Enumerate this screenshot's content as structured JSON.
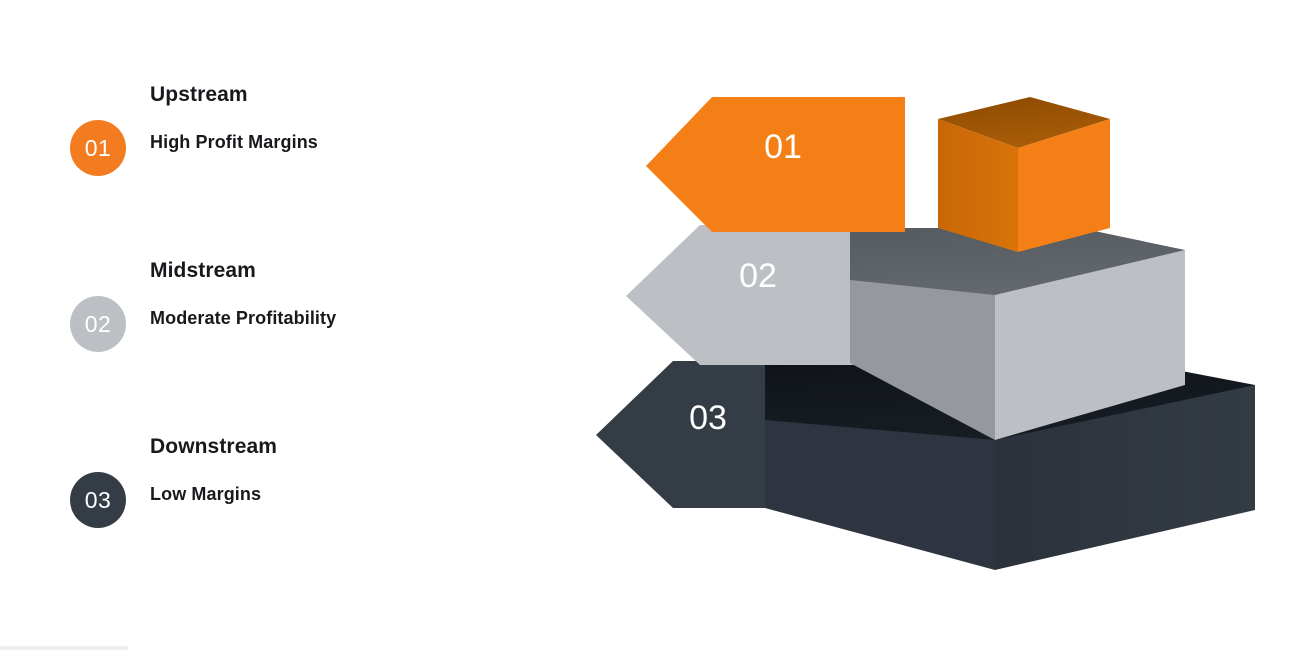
{
  "legend": {
    "items": [
      {
        "number": "01",
        "title": "Upstream",
        "subtitle": "High Profit Margins",
        "color": "#F47C20"
      },
      {
        "number": "02",
        "title": "Midstream",
        "subtitle": "Moderate Profitability",
        "color": "#BCC0C4"
      },
      {
        "number": "03",
        "title": "Downstream",
        "subtitle": "Low Margins",
        "color": "#343C46"
      }
    ]
  },
  "diagram": {
    "type": "layered-pyramid-chevrons",
    "levels": [
      {
        "number": "01",
        "name": "Upstream",
        "arrow_fill": "#F57F17",
        "box_top_fill": "#9E5405",
        "box_front_fill": "#F57F17",
        "box_side_fill": "#D96F08"
      },
      {
        "number": "02",
        "name": "Midstream",
        "arrow_fill": "#BCC0C4",
        "box_top_fill": "#5D6368",
        "box_front_fill": "#BCC0C4",
        "box_side_fill": "#95999E"
      },
      {
        "number": "03",
        "name": "Downstream",
        "arrow_fill": "#343C46",
        "box_top_fill": "#151A21",
        "box_front_fill": "#2E3540",
        "box_side_fill": "#343C46"
      }
    ]
  }
}
